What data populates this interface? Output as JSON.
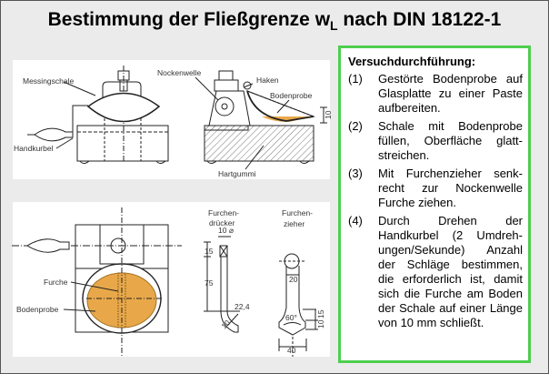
{
  "title": {
    "main": "Bestimmung der Fließgrenze w",
    "subscript": "L",
    "rest": " nach DIN 18122-1"
  },
  "procedure": {
    "heading": "Versuchdurchführung:",
    "steps": [
      {
        "num": "(1)",
        "text": "Gestörte Bodenprobe auf Glasplatte zu einer Paste aufbereiten."
      },
      {
        "num": "(2)",
        "text": "Schale mit Bodenprobe füllen, Oberfläche glatt-streichen."
      },
      {
        "num": "(3)",
        "text": "Mit Furchenzieher senk-recht zur Nockenwelle Furche ziehen."
      },
      {
        "num": "(4)",
        "text": "Durch Drehen der Handkurbel (2 Umdreh-ungen/Sekunde) Anzahl der Schläge bestimmen, die erforderlich ist, damit sich die Furche am Boden der Schale auf einer Länge von 10 mm schließt."
      }
    ]
  },
  "figure_labels": {
    "messingschale": "Messingschale",
    "handkurbel": "Handkurbel",
    "nockenwelle": "Nockenwelle",
    "haken": "Haken",
    "bodenprobe_top": "Bodenprobe",
    "hartgummi": "Hartgummi",
    "dim_10_top": "10",
    "furche": "Furche",
    "bodenprobe_bottom": "Bodenprobe",
    "furchendruecker_1": "Furchen-",
    "furchendruecker_2": "drücker",
    "furchenzieher_1": "Furchen-",
    "furchenzieher_2": "zieher",
    "fd_dim_dia": "10 ⌀",
    "fd_dim_15": "15",
    "fd_dim_75": "75",
    "fd_dim_224": "22,4",
    "fd_dim_10": "10",
    "fz_dim_20": "20",
    "fz_dim_60": "60°",
    "fz_dim_15": "15",
    "fz_dim_10": "10",
    "fz_dim_40": "40"
  },
  "colors": {
    "accent_border": "#4fce4f",
    "soil": "#e8a84a"
  }
}
